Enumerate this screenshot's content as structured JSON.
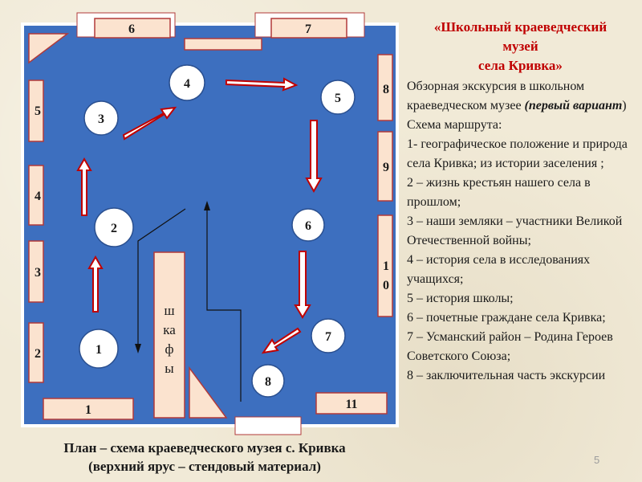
{
  "plan": {
    "labels": {
      "top_left": "6",
      "top_right": "7",
      "right_top": "8",
      "right_mid": "9",
      "right_low_1": "1",
      "right_low_2": "0",
      "left_5": "5",
      "left_4": "4",
      "left_3": "3",
      "left_2": "2",
      "bottom_left": "1",
      "bottom_right": "11"
    },
    "closet_letters": [
      "ш",
      "ка",
      "ф",
      "ы"
    ],
    "stops": [
      "1",
      "2",
      "3",
      "4",
      "5",
      "6",
      "7",
      "8"
    ]
  },
  "caption": {
    "line1": "План – схема краеведческого музея с. Кривка",
    "line2": "(верхний ярус – стендовый материал)"
  },
  "right_panel": {
    "title_lines": [
      "«Школьный краеведческий",
      "музей",
      "села Кривка»"
    ],
    "intro_text": "Обзорная экскурсия в школьном краеведческом музее",
    "intro_em": "(первый вариант",
    "intro_end": ")",
    "scheme_heading": "Схема маршрута:",
    "items": [
      "1- географическое положение и природа села Кривка; из истории заселения ;",
      "2 – жизнь крестьян нашего села в прошлом;",
      "3 – наши земляки – участники Великой Отечественной войны;",
      "4 – история села в исследованиях учащихся;",
      "5 – история школы;",
      "6 – почетные граждане села Кривка;",
      "7 – Усманский район – Родина Героев Советского Союза;",
      "8 – заключительная часть экскурсии"
    ]
  },
  "page_number": "5",
  "colors": {
    "room": "#3d6fbf",
    "wall_stand": "#fbe3cf",
    "stand_border": "#b13a3a",
    "arrow_fill": "#ffffff",
    "arrow_border": "#c00000",
    "title": "#c00000"
  }
}
